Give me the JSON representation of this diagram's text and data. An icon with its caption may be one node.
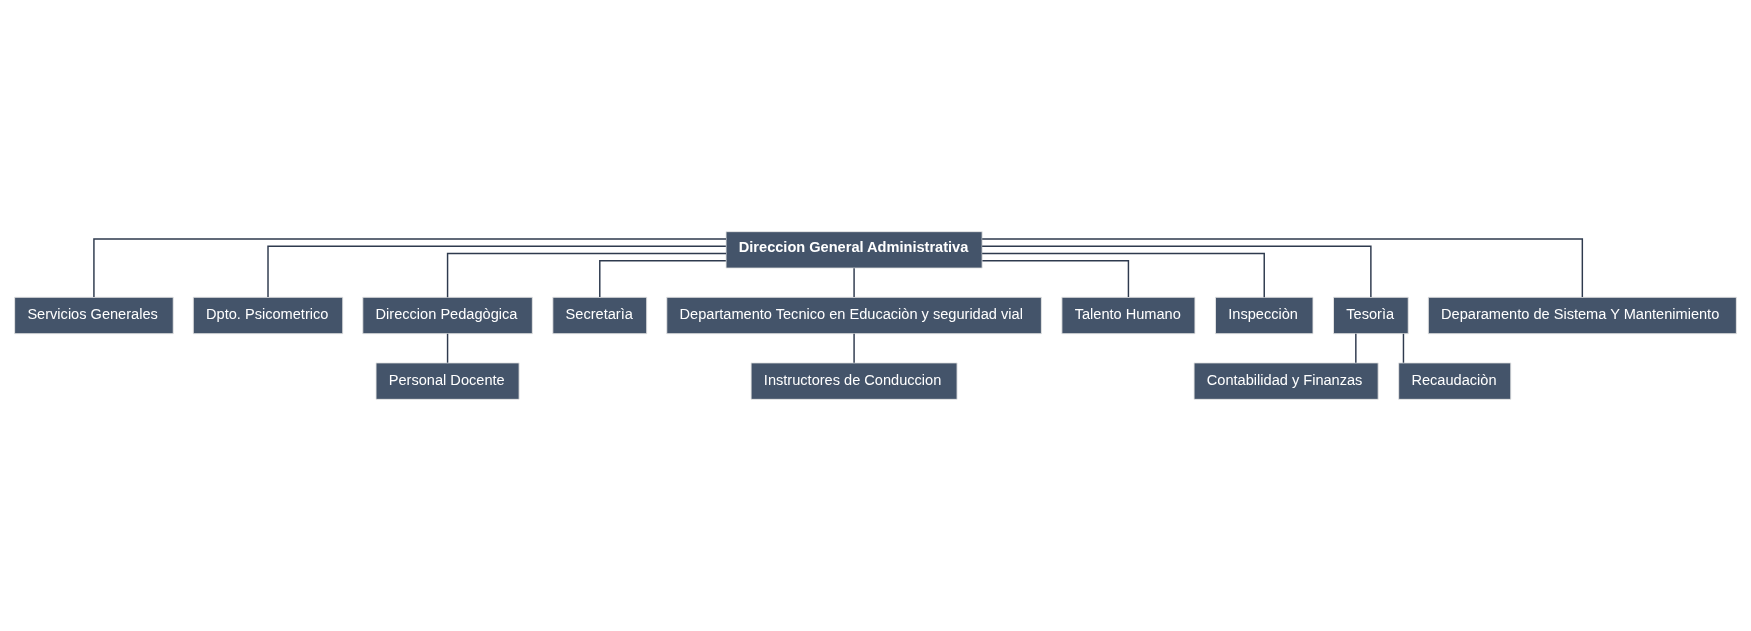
{
  "diagram": {
    "nodes": [
      {
        "text": [
          "Direccion General Administrativa"
        ]
      },
      {
        "text": [
          "Servicios Generales"
        ]
      },
      {
        "text": [
          "Dpto. Psicometrico"
        ]
      },
      {
        "text": [
          "Direccion Pedagògica"
        ]
      },
      {
        "text": [
          "Personal Docente"
        ]
      },
      {
        "text": [
          "Secretarìa"
        ]
      },
      {
        "text": [
          "Departamento Tecnico en Educaciòn y seguridad vial"
        ]
      },
      {
        "text": [
          "Instructores de Conduccion"
        ]
      },
      {
        "text": [
          "Talento Humano"
        ]
      },
      {
        "text": [
          "Inspecciòn"
        ]
      },
      {
        "text": [
          "Tesorìa"
        ]
      },
      {
        "text": [
          "Contabilidad y Finanzas"
        ]
      },
      {
        "text": [
          "Recaudaciòn"
        ]
      },
      {
        "text": [
          "Deparamento de Sistema Y Mantenimiento"
        ]
      }
    ],
    "edges": [
      {
        "from": 0,
        "to": 1,
        "arrow": "none"
      },
      {
        "from": 0,
        "to": 2,
        "arrow": "none"
      },
      {
        "from": 0,
        "to": 3,
        "arrow": "none"
      },
      {
        "from": 3,
        "to": 4,
        "arrow": "none"
      },
      {
        "from": 0,
        "to": 5,
        "arrow": "none"
      },
      {
        "from": 0,
        "to": 6,
        "arrow": "none"
      },
      {
        "from": 6,
        "to": 7,
        "arrow": "none"
      },
      {
        "from": 0,
        "to": 8,
        "arrow": "none"
      },
      {
        "from": 0,
        "to": 9,
        "arrow": "none"
      },
      {
        "from": 0,
        "to": 10,
        "arrow": "none"
      },
      {
        "from": 10,
        "to": 11,
        "arrow": "none"
      },
      {
        "from": 10,
        "to": 12,
        "arrow": "none"
      },
      {
        "from": 0,
        "to": 13,
        "arrow": "none"
      }
    ]
  }
}
